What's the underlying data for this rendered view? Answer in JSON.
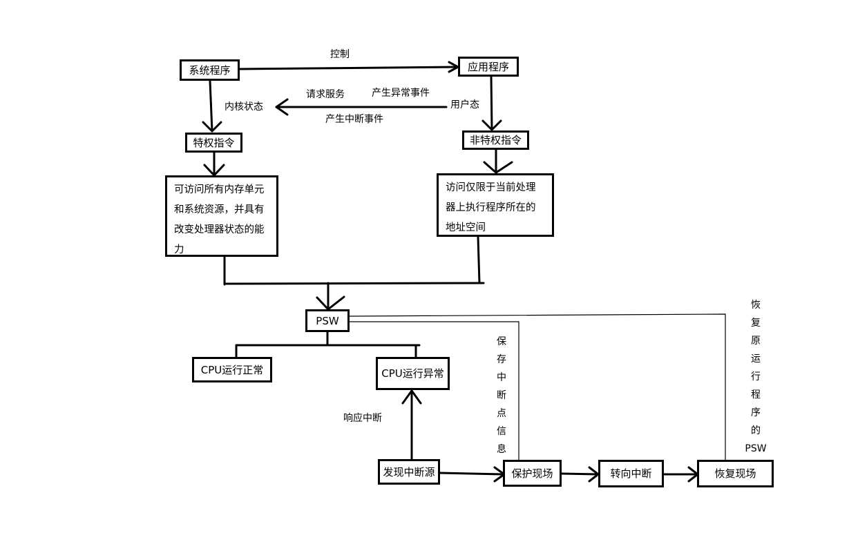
{
  "nodes": {
    "system_program": "系统程序",
    "app_program": "应用程序",
    "privileged_instr": "特权指令",
    "nonprivileged_instr": "非特权指令",
    "privileged_desc": "可访问所有内存单元和系统资源，并具有改变处理器状态的能力",
    "nonprivileged_desc": "访问仅限于当前处理器上执行程序所在的地址空间",
    "psw": "PSW",
    "cpu_normal": "CPU运行正常",
    "cpu_abnormal": "CPU运行异常",
    "find_interrupt": "发现中断源",
    "save_context": "保护现场",
    "goto_interrupt": "转向中断",
    "restore_context": "恢复现场"
  },
  "labels": {
    "control": "控制",
    "kernel_state": "内核状态",
    "request_service": "请求服务",
    "abnormal_event": "产生异常事件",
    "user_state": "用户态",
    "interrupt_event": "产生中断事件",
    "respond_interrupt": "响应中断",
    "save_breakpoint": "保存中断点信息",
    "restore_psw": "恢复原运行程序的PSW"
  }
}
